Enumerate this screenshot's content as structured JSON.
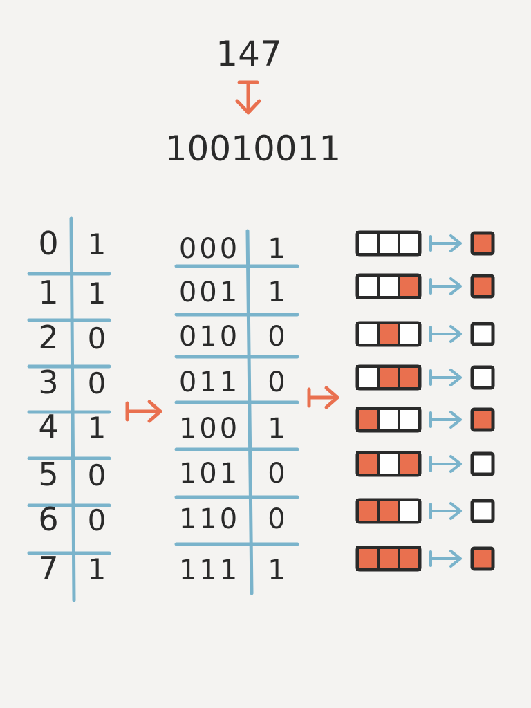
{
  "header": {
    "decimal": "147",
    "binary": "10010011"
  },
  "decimal_table": {
    "rows": [
      {
        "index": "0",
        "bit": "1"
      },
      {
        "index": "1",
        "bit": "1"
      },
      {
        "index": "2",
        "bit": "0"
      },
      {
        "index": "3",
        "bit": "0"
      },
      {
        "index": "4",
        "bit": "1"
      },
      {
        "index": "5",
        "bit": "0"
      },
      {
        "index": "6",
        "bit": "0"
      },
      {
        "index": "7",
        "bit": "1"
      }
    ]
  },
  "binary_table": {
    "rows": [
      {
        "pattern": "000",
        "bit": "1"
      },
      {
        "pattern": "001",
        "bit": "1"
      },
      {
        "pattern": "010",
        "bit": "0"
      },
      {
        "pattern": "011",
        "bit": "0"
      },
      {
        "pattern": "100",
        "bit": "1"
      },
      {
        "pattern": "101",
        "bit": "0"
      },
      {
        "pattern": "110",
        "bit": "0"
      },
      {
        "pattern": "111",
        "bit": "1"
      }
    ]
  },
  "cell_rules": [
    {
      "cells": [
        0,
        0,
        0
      ],
      "output": 1
    },
    {
      "cells": [
        0,
        0,
        1
      ],
      "output": 1
    },
    {
      "cells": [
        0,
        1,
        0
      ],
      "output": 0
    },
    {
      "cells": [
        0,
        1,
        1
      ],
      "output": 0
    },
    {
      "cells": [
        1,
        0,
        0
      ],
      "output": 1
    },
    {
      "cells": [
        1,
        0,
        1
      ],
      "output": 0
    },
    {
      "cells": [
        1,
        1,
        0
      ],
      "output": 0
    },
    {
      "cells": [
        1,
        1,
        1
      ],
      "output": 1
    }
  ],
  "colors": {
    "background": "#f4f3f1",
    "ink": "#2a2a2a",
    "accent": "#e9704f",
    "line": "#7ab3cb",
    "cell_empty": "#ffffff"
  }
}
